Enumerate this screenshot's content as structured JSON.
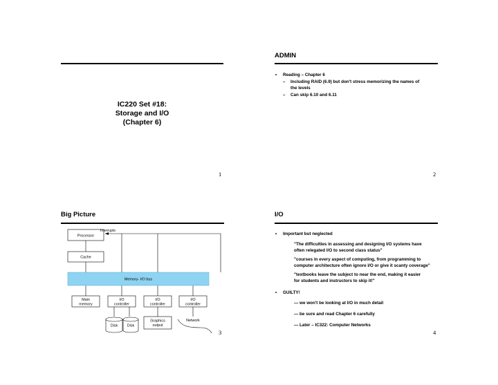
{
  "slide1": {
    "title_lines": [
      "IC220 Set #18:",
      "Storage and I/O",
      "(Chapter 6)"
    ],
    "page": "1"
  },
  "slide2": {
    "title": "ADMIN",
    "bullets": [
      "Reading – Chapter 6"
    ],
    "subbullets": [
      "Including RAID (6.9) but don't stress memorizing the names of",
      "the levels",
      "Can skip 6.10 and 6.11"
    ],
    "page": "2"
  },
  "slide3": {
    "title": "Big Picture",
    "diagram": {
      "interrupts": "Interrupts",
      "processor": "Processor",
      "cache": "Cache",
      "bus": "Memory- I/O bus",
      "main_memory": [
        "Main",
        "memory"
      ],
      "io_controller": [
        "I/O",
        "controller"
      ],
      "disk": "Disk",
      "graphics_output": [
        "Graphics",
        "output"
      ],
      "network": "Network"
    },
    "page": "3"
  },
  "slide4": {
    "title": "I/O",
    "bullet1": "Important but neglected",
    "quotes": [
      "\"The difficulties in assessing and designing I/O systems have",
      "often relegated I/O to second class status\"",
      "\"courses in every aspect of computing, from programming to",
      "computer architecture often ignore I/O or give it scanty coverage\"",
      "\"textbooks leave the subject to near the end, making it easier",
      "for students and instructors to skip it!\""
    ],
    "bullet2": "GUILTY!",
    "points": [
      "— we won't be looking at I/O in much detail",
      "— be sure and read Chapter 6 carefully",
      "— Later – IC322: Computer Networks"
    ],
    "page": "4"
  }
}
